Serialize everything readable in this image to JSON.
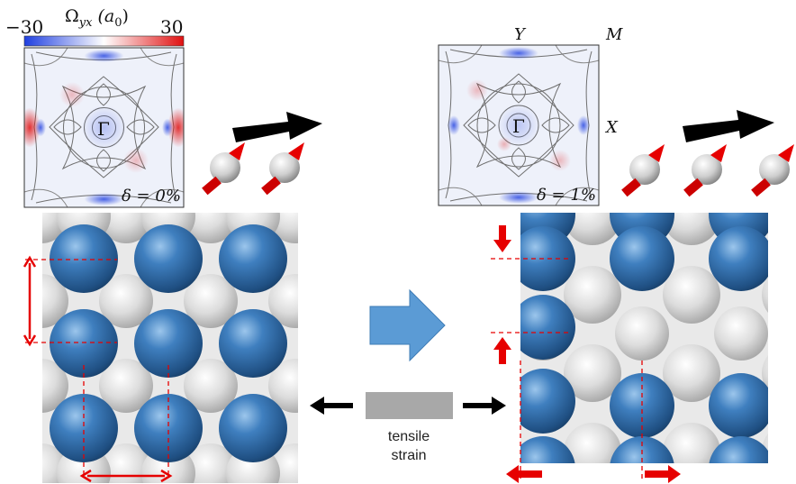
{
  "colorbar": {
    "min_label": "−30",
    "max_label": "30",
    "title": "Ω",
    "title_sub": "yx",
    "title_unit": "(a",
    "title_unit_sub": "0",
    "title_close": ")",
    "colors": {
      "low": "#1f3fe0",
      "mid": "#ffffff",
      "high": "#e01010"
    }
  },
  "left_bz": {
    "center_label": "Γ",
    "strain_label": "δ = 0%"
  },
  "right_bz": {
    "center_label": "Γ",
    "strain_label": "δ = 1%",
    "y_label": "Y",
    "m_label": "M",
    "x_label": "X"
  },
  "center": {
    "strain_text_line1": "tensile",
    "strain_text_line2": "strain"
  },
  "colors": {
    "blue_atom": "#2e6ea8",
    "grey_atom": "#d8d8d8",
    "arrow_red": "#e60000",
    "block_arrow": "#5b9bd5"
  }
}
